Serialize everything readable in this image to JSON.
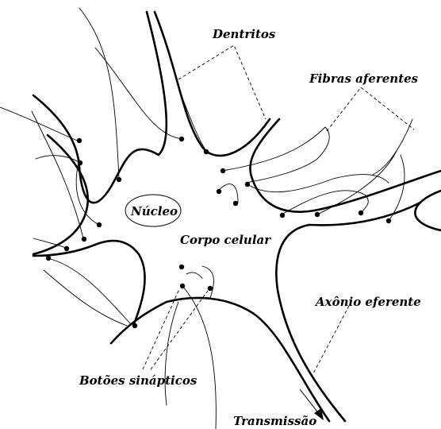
{
  "labels": {
    "dentritos": "Dentritos",
    "fibras_aferentes": "Fibras aferentes",
    "nucleo": "Núcleo",
    "corpo_celular": "Corpo celular",
    "axonio_eferente": "Axônio eferente",
    "botoes_sinapticos": "Botões sinápticos",
    "transmissao": "Transmissão"
  }
}
